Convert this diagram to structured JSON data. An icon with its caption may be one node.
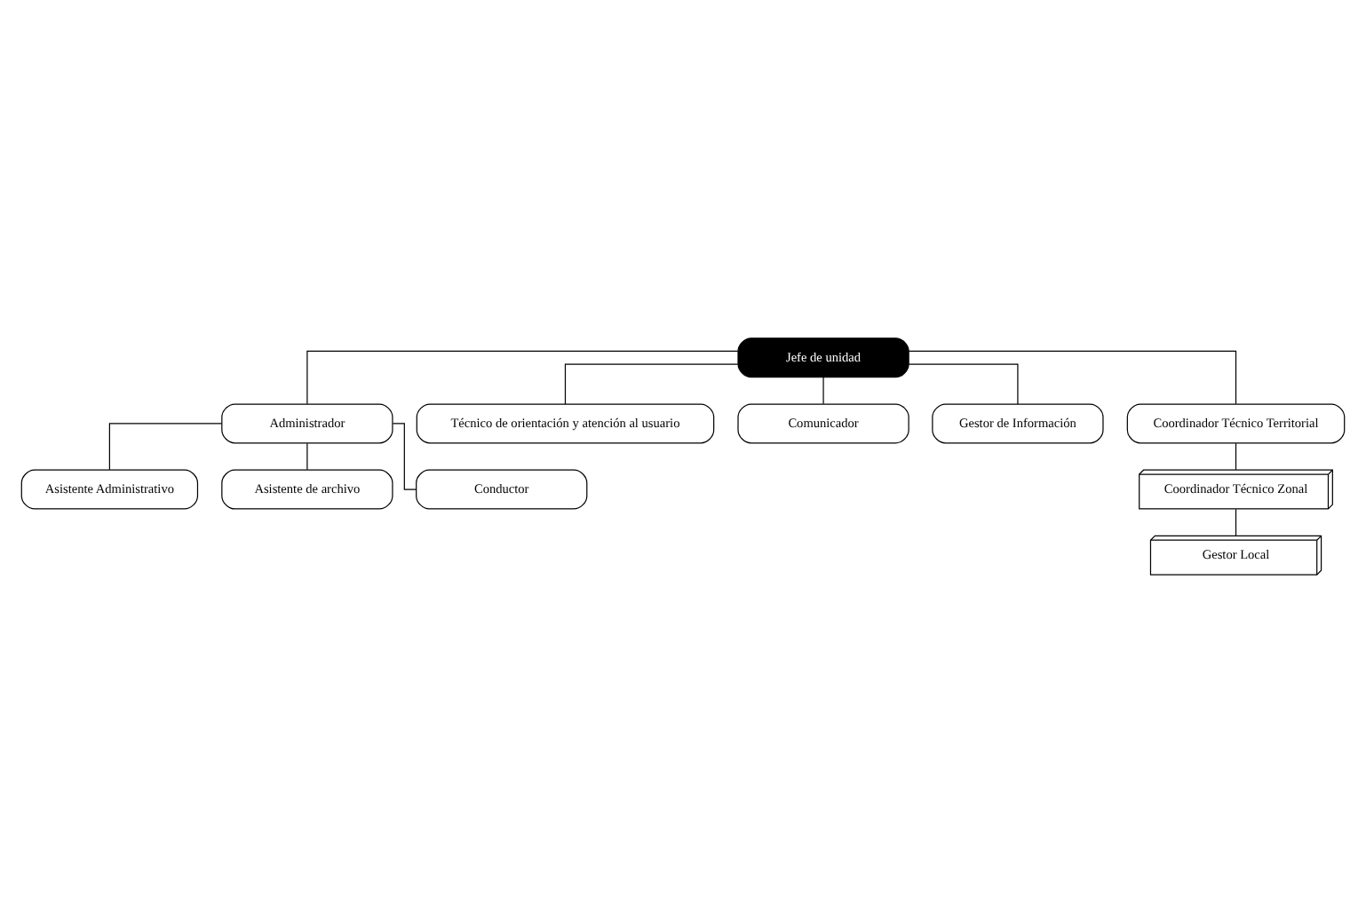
{
  "diagram": {
    "nodes": [
      {
        "text": [
          "Jefe de unidad"
        ]
      },
      {
        "text": [
          "Administrador"
        ]
      },
      {
        "text": [
          "Técnico de orientación y atención al usuario"
        ]
      },
      {
        "text": [
          "Asistente Administrativo"
        ]
      },
      {
        "text": [
          "Asistente de archivo"
        ]
      },
      {
        "text": [
          "Conductor"
        ]
      },
      {
        "text": [
          "Comunicador"
        ]
      },
      {
        "text": [
          "Gestor de Información"
        ]
      },
      {
        "text": [
          "Coordinador Técnico Territorial"
        ]
      },
      {
        "text": [
          "Coordinador Técnico Zonal"
        ]
      },
      {
        "text": [
          "Gestor Local"
        ]
      }
    ],
    "edges": [
      {
        "from": 0,
        "to": 1,
        "arrow": "none"
      },
      {
        "from": 0,
        "to": 2,
        "arrow": "none"
      },
      {
        "from": 1,
        "to": 3,
        "arrow": "none"
      },
      {
        "from": 1,
        "to": 4,
        "arrow": "none"
      },
      {
        "from": 1,
        "to": 5,
        "arrow": "none"
      },
      {
        "from": 0,
        "to": 6,
        "arrow": "none"
      },
      {
        "from": 0,
        "to": 7,
        "arrow": "none"
      },
      {
        "from": 0,
        "to": 8,
        "arrow": "none"
      },
      {
        "from": 8,
        "to": 9,
        "arrow": "none"
      },
      {
        "from": 9,
        "to": 10,
        "arrow": "none"
      }
    ]
  }
}
